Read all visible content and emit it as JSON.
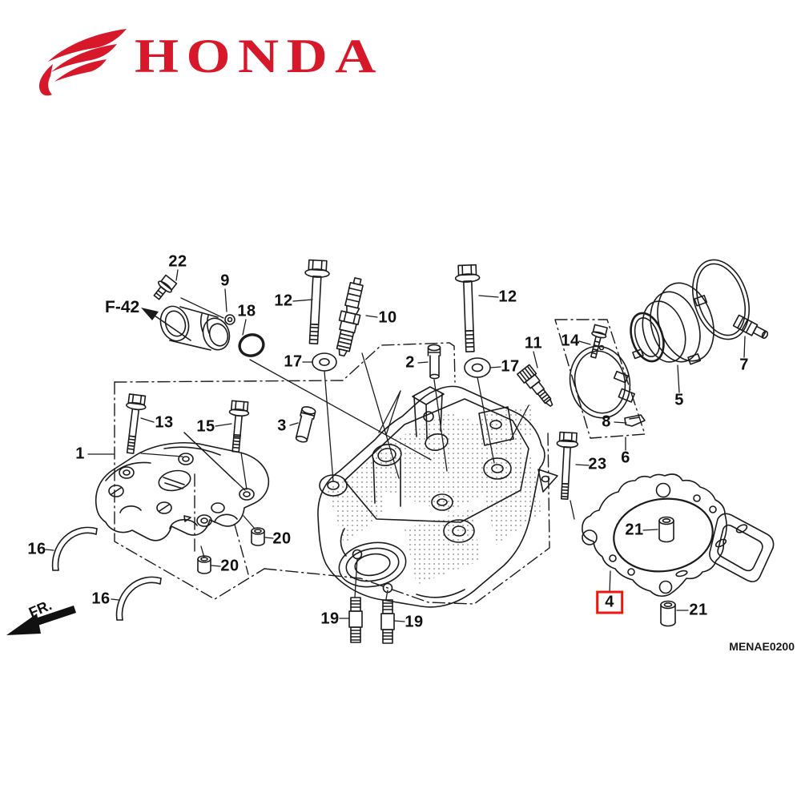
{
  "brand": {
    "name": "HONDA",
    "color": "#d7182a"
  },
  "diagram": {
    "code": "MENAE0200",
    "figure_ref": "F-42",
    "direction_label": "FR.",
    "highlighted_label": "4",
    "highlight_color": "#ee1512"
  },
  "callouts": [
    {
      "label": "22",
      "name": "flange-bolt-22"
    },
    {
      "label": "9",
      "name": "joint-pipe-9"
    },
    {
      "label": "18",
      "name": "o-ring-18"
    },
    {
      "label": "12",
      "name": "flange-bolt-12-left"
    },
    {
      "label": "17",
      "name": "washer-17-left"
    },
    {
      "label": "10",
      "name": "spark-plug-10"
    },
    {
      "label": "2",
      "name": "valve-guide-2"
    },
    {
      "label": "12",
      "name": "flange-bolt-12-right"
    },
    {
      "label": "17",
      "name": "washer-17-right"
    },
    {
      "label": "11",
      "name": "sensor-11"
    },
    {
      "label": "14",
      "name": "screw-14"
    },
    {
      "label": "8",
      "name": "clip-8"
    },
    {
      "label": "6",
      "name": "band-set-6"
    },
    {
      "label": "5",
      "name": "intake-insulator-5"
    },
    {
      "label": "7",
      "name": "band-clamp-7"
    },
    {
      "label": "23",
      "name": "flange-bolt-23"
    },
    {
      "label": "13",
      "name": "flange-bolt-13"
    },
    {
      "label": "15",
      "name": "flange-bolt-15"
    },
    {
      "label": "3",
      "name": "valve-guide-3"
    },
    {
      "label": "1",
      "name": "cylinder-head-group-1"
    },
    {
      "label": "20",
      "name": "dowel-pin-20-right"
    },
    {
      "label": "20",
      "name": "dowel-pin-20-bottom"
    },
    {
      "label": "16",
      "name": "half-ring-16-top"
    },
    {
      "label": "16",
      "name": "half-ring-16-bottom"
    },
    {
      "label": "19",
      "name": "stud-bolt-19-left"
    },
    {
      "label": "19",
      "name": "stud-bolt-19-right"
    },
    {
      "label": "21",
      "name": "dowel-pin-21-top"
    },
    {
      "label": "4",
      "name": "head-gasket-4"
    },
    {
      "label": "21",
      "name": "dowel-pin-21-bottom"
    }
  ]
}
